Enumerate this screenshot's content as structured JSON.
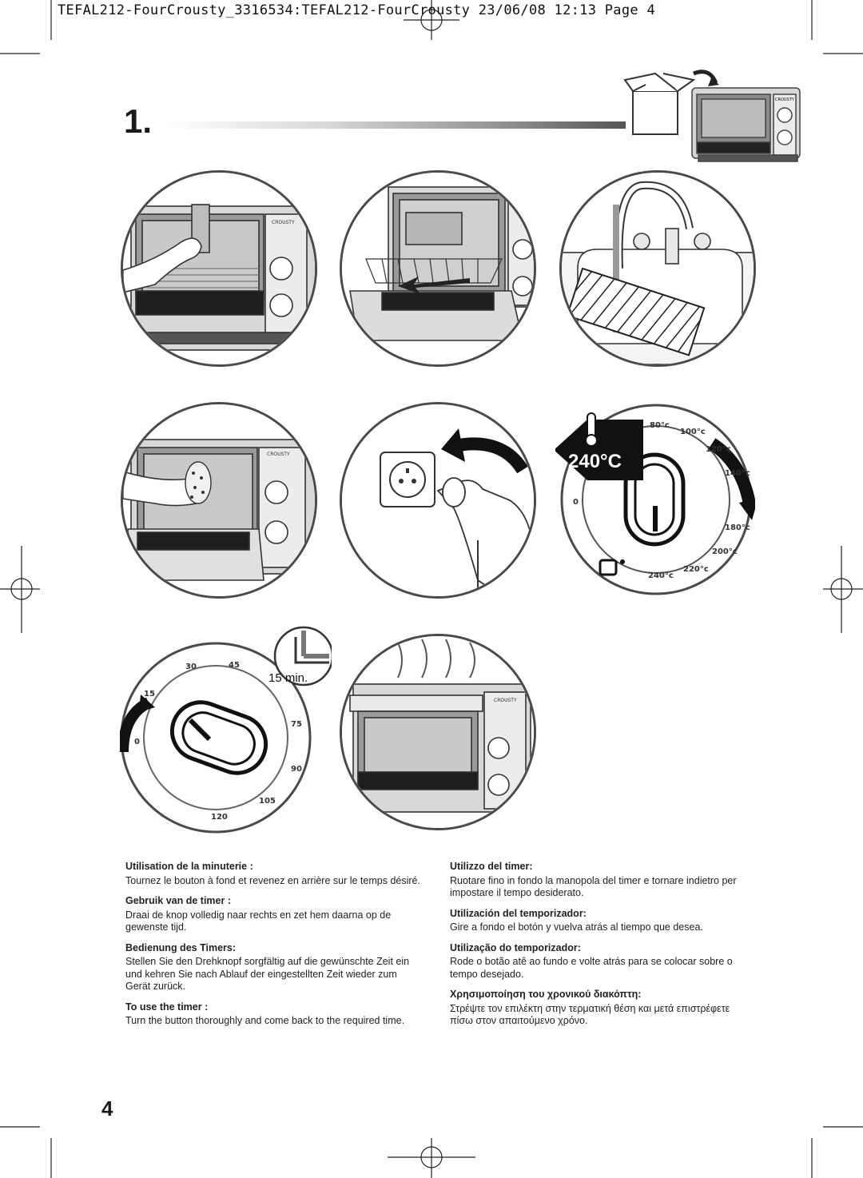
{
  "header": {
    "text": "TEFAL212-FourCrousty_3316534:TEFAL212-FourCrousty  23/06/08  12:13  Page 4"
  },
  "step": {
    "number": "1."
  },
  "oven": {
    "brand": "CROUSTY"
  },
  "temperature_dial": {
    "big_label": "240°C",
    "marks": [
      "80°c",
      "100°c",
      "120°c",
      "140°c",
      "180°c",
      "200°c",
      "220°c",
      "240°c"
    ],
    "zero": "0"
  },
  "timer_dial": {
    "badge": "15 min.",
    "marks": [
      "0",
      "15",
      "30",
      "45",
      "75",
      "90",
      "105",
      "120"
    ]
  },
  "instructions_left": [
    {
      "title": "Utilisation de la minuterie :",
      "body": "Tournez le bouton à fond et revenez en arrière sur le temps désiré."
    },
    {
      "title": "Gebruik van de timer :",
      "body": "Draai de knop volledig naar rechts en zet hem daarna op de gewenste tijd."
    },
    {
      "title": "Bedienung des Timers:",
      "body": "Stellen Sie den Drehknopf sorgfältig auf die gewünschte Zeit ein und kehren Sie nach Ablauf der eingestellten Zeit wieder zum Gerät zurück."
    },
    {
      "title": "To use the timer :",
      "body": "Turn the button thoroughly and come back to the required time."
    }
  ],
  "instructions_right": [
    {
      "title": "Utilizzo del timer:",
      "body": "Ruotare fino in fondo la manopola del timer e tornare indietro per impostare il tempo desiderato."
    },
    {
      "title": "Utilización del temporizador:",
      "body": "Gire a fondo el botón y vuelva atrás al tiempo que desea."
    },
    {
      "title": "Utilização do temporizador:",
      "body": "Rode o botão atê ao fundo e  volte atrás para se colocar sobre o tempo desejado."
    },
    {
      "title": "Χρησιμοποίηση του χρονικού διακόπτη:",
      "body": "Στρέψτε τον επιλέκτη στην τερματική θέση και μετά επιστρέφετε πίσω στον απαιτούμενο χρόνο."
    }
  ],
  "page_number": "4"
}
